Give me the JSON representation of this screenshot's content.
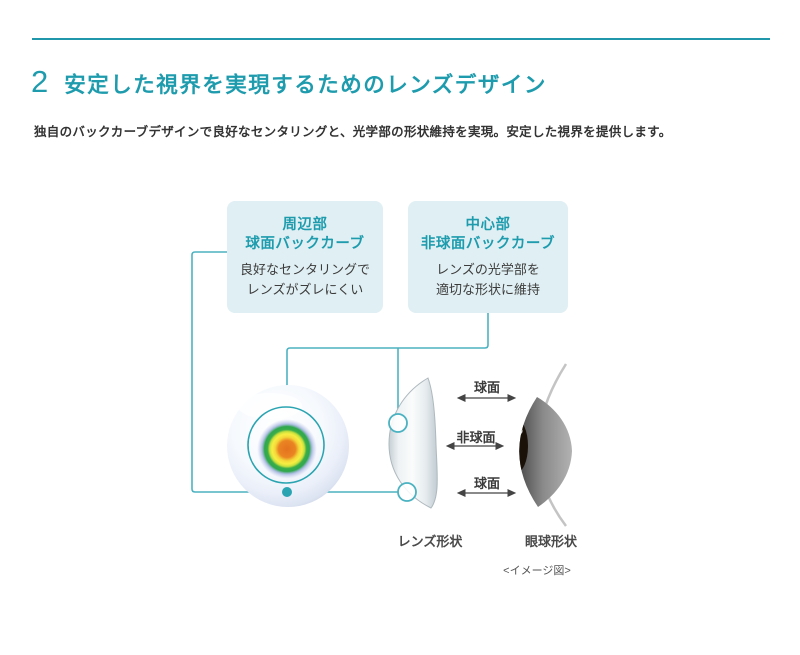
{
  "page": {
    "heading_number": "2",
    "heading_title": "安定した視界を実現するためのレンズデザイン",
    "subtitle": "独自のバックカーブデザインで良好なセンタリングと、光学部の形状維持を実現。安定した視界を提供します。"
  },
  "callouts": [
    {
      "id": "peripheral-spherical-back-curve",
      "title": "周辺部\n球面バックカーブ",
      "body": "良好なセンタリングで\nレンズがズレにくい"
    },
    {
      "id": "central-aspherical-back-curve",
      "title": "中心部\n非球面バックカーブ",
      "body": "レンズの光学部を\n適切な形状に維持"
    }
  ],
  "diagram": {
    "surface_labels": [
      {
        "label": "球面"
      },
      {
        "label": "非球面"
      },
      {
        "label": "球面"
      }
    ],
    "lens_caption": "レンズ形状",
    "eye_caption": "眼球形状",
    "note": "<イメージ図>"
  },
  "colors": {
    "accent_teal": "#1e9cae",
    "rule_teal": "#2097ab",
    "connector_teal": "#4bb2c1",
    "circle_teal": "#2aa4b1",
    "callout_bg": "#e0eff3",
    "text_dark": "#333333",
    "heat_center_orange": "#e87a20",
    "heat_yellow": "#f7ee43",
    "heat_green": "#35ac4d"
  }
}
